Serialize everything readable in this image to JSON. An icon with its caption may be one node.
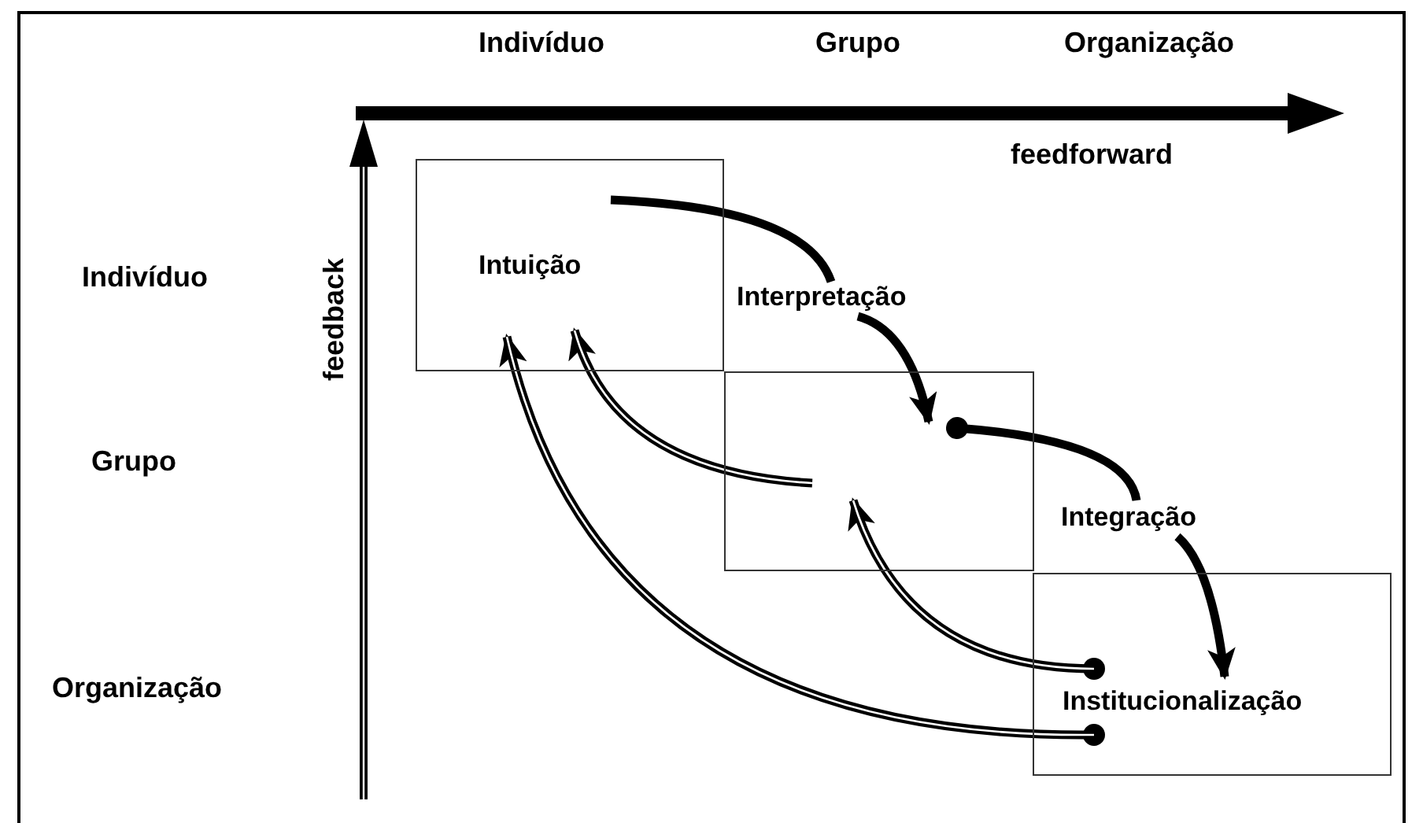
{
  "diagram": {
    "nodes": [
      {
        "text": [
          "Intuição"
        ]
      },
      {
        "text": [],
        "shape": "box"
      },
      {
        "text": [
          "Institucionalização"
        ]
      },
      {
        "text": [
          "Interpretação"
        ]
      },
      {
        "text": [
          "Integração"
        ]
      }
    ],
    "edges": [
      {
        "from": 0,
        "to": 3,
        "arrow": "none"
      },
      {
        "from": 3,
        "to": 1,
        "arrow": "to"
      },
      {
        "from": 1,
        "to": 4,
        "arrow": "other"
      },
      {
        "from": 4,
        "to": 2,
        "arrow": "to"
      },
      {
        "from": 1,
        "to": 0,
        "arrow": "to"
      },
      {
        "from": 2,
        "to": 1,
        "arrow": "to"
      },
      {
        "from": 2,
        "to": 0,
        "arrow": "to"
      }
    ],
    "labels": [
      "Indivíduo",
      "Grupo",
      "Organização",
      "feedforward",
      "feedback",
      "Indivíduo",
      "Grupo",
      "Organização"
    ]
  }
}
